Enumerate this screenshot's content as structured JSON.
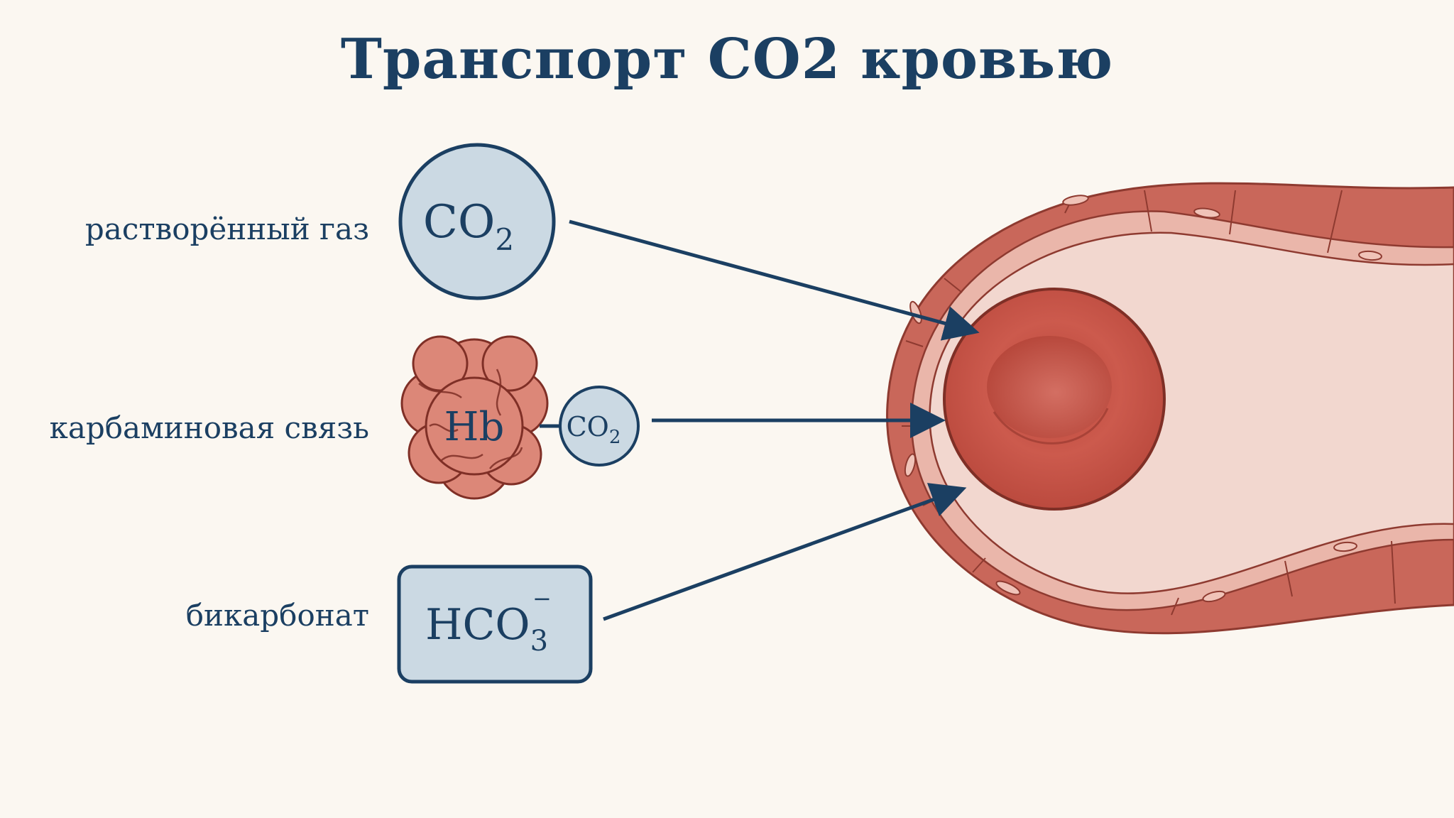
{
  "title": "Транспорт CO2 кровью",
  "rows": [
    {
      "label": "растворённый газ",
      "symbol": "CO",
      "subscript": "2"
    },
    {
      "label": "карбаминовая связь",
      "protein": "Hb",
      "symbol": "CO",
      "subscript": "2"
    },
    {
      "label": "бикарбонат",
      "symbol": "HCO",
      "subscript": "3",
      "superscript": "−"
    }
  ],
  "colors": {
    "text": "#1b3f62",
    "circle_fill": "#cbd9e3",
    "vessel_wall": "#c9675a",
    "vessel_lumen": "#f2d7cf",
    "red_cell": "#c65247",
    "hemoglobin": "#dc8778"
  }
}
